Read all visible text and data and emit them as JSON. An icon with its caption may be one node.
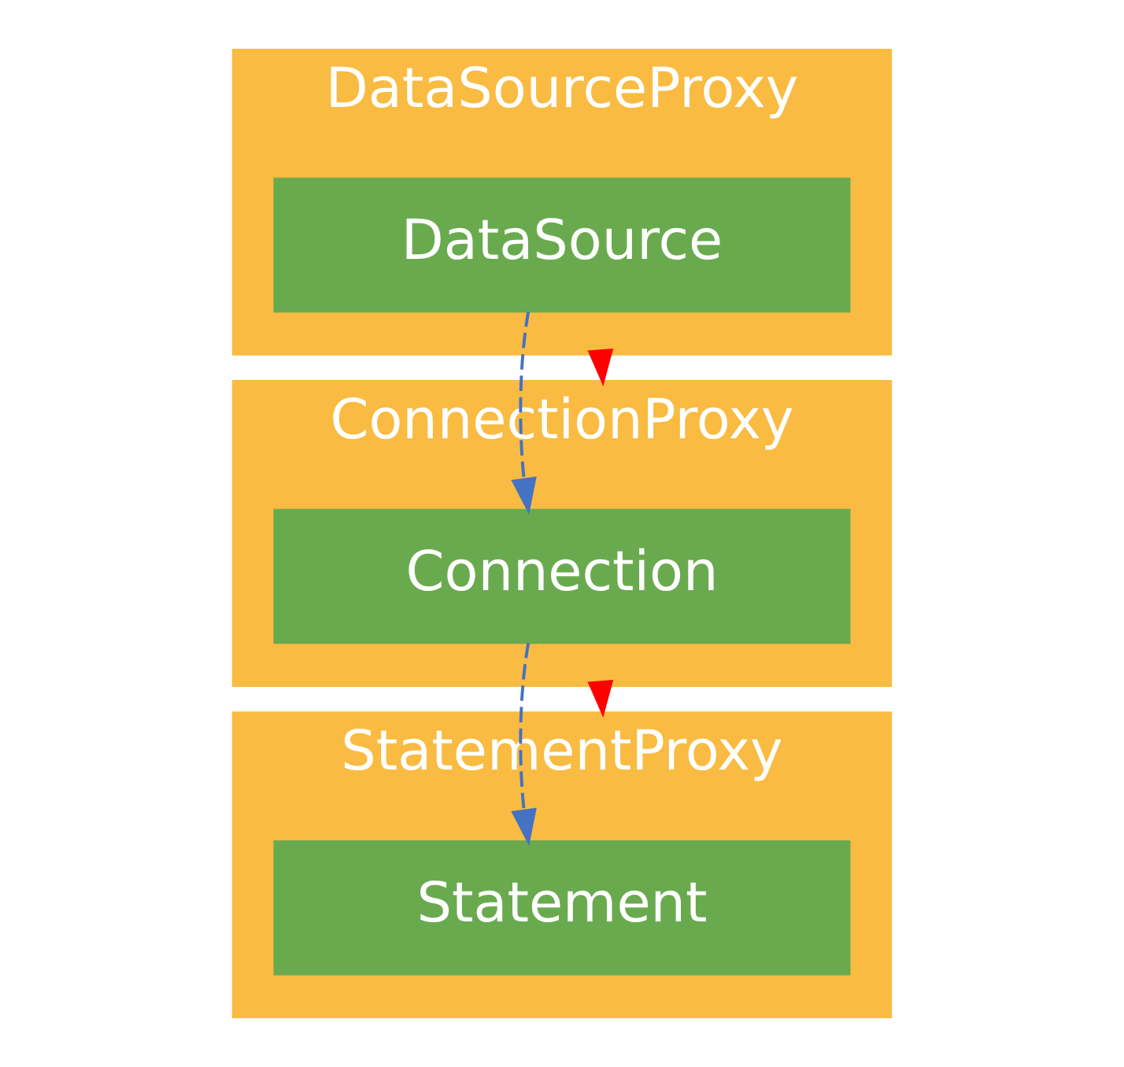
{
  "diagram": {
    "nodes": [
      {
        "text": [
          "DataSourceProxy"
        ]
      },
      {
        "text": [
          "DataSource"
        ],
        "in": 0
      },
      {
        "text": [
          "ConnectionProxy"
        ]
      },
      {
        "text": [
          "Connection"
        ],
        "in": 2
      },
      {
        "text": [
          "StatementProxy"
        ]
      },
      {
        "text": [
          "Statement"
        ],
        "in": 4
      }
    ],
    "edges": [
      {
        "from": 1,
        "to": 3,
        "arrow": "to",
        "style": "dashed",
        "color": "#4472c4"
      },
      {
        "from": 0,
        "to": 2,
        "arrow": "to",
        "style": "dashed",
        "color": "#ff0000"
      },
      {
        "from": 3,
        "to": 5,
        "arrow": "to",
        "style": "dashed",
        "color": "#4472c4"
      },
      {
        "from": 2,
        "to": 4,
        "arrow": "to",
        "style": "dashed",
        "color": "#ff0000"
      }
    ]
  }
}
